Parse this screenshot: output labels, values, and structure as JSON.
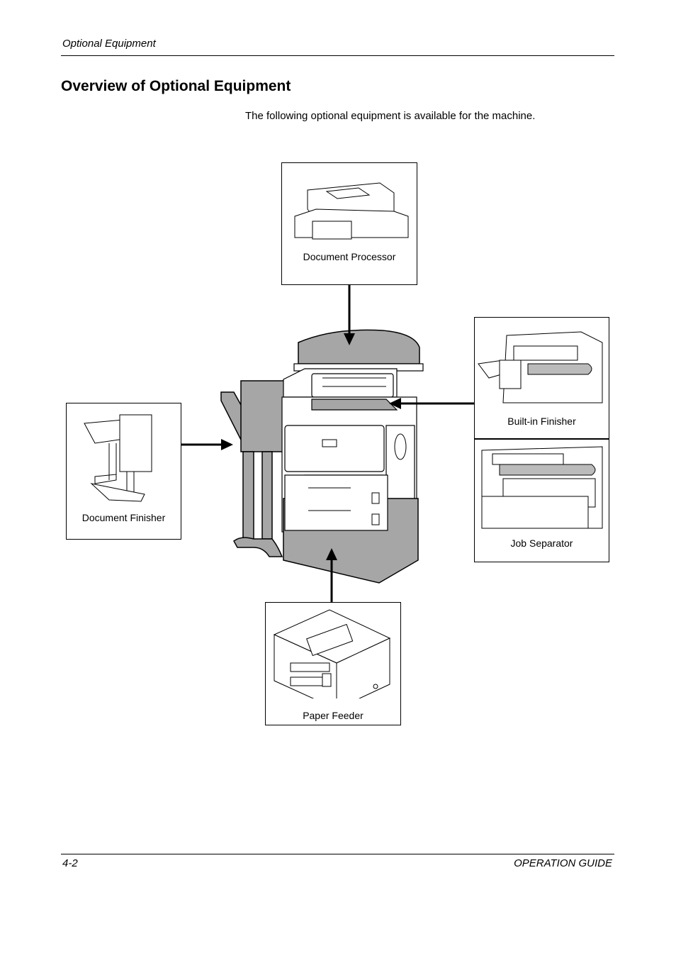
{
  "header": {
    "section": "Optional Equipment"
  },
  "page": {
    "title": "Overview of Optional Equipment",
    "intro": "The following optional equipment is available for the machine."
  },
  "options": {
    "document_processor": "Document Processor",
    "built_in_finisher": "Built-in Finisher",
    "job_separator": "Job Separator",
    "document_finisher": "Document Finisher",
    "paper_feeder": "Paper Feeder"
  },
  "footer": {
    "page_number": "4-2",
    "guide": "OPERATION GUIDE"
  },
  "colors": {
    "highlight_gray": "#a6a6a6",
    "line": "#000000"
  }
}
